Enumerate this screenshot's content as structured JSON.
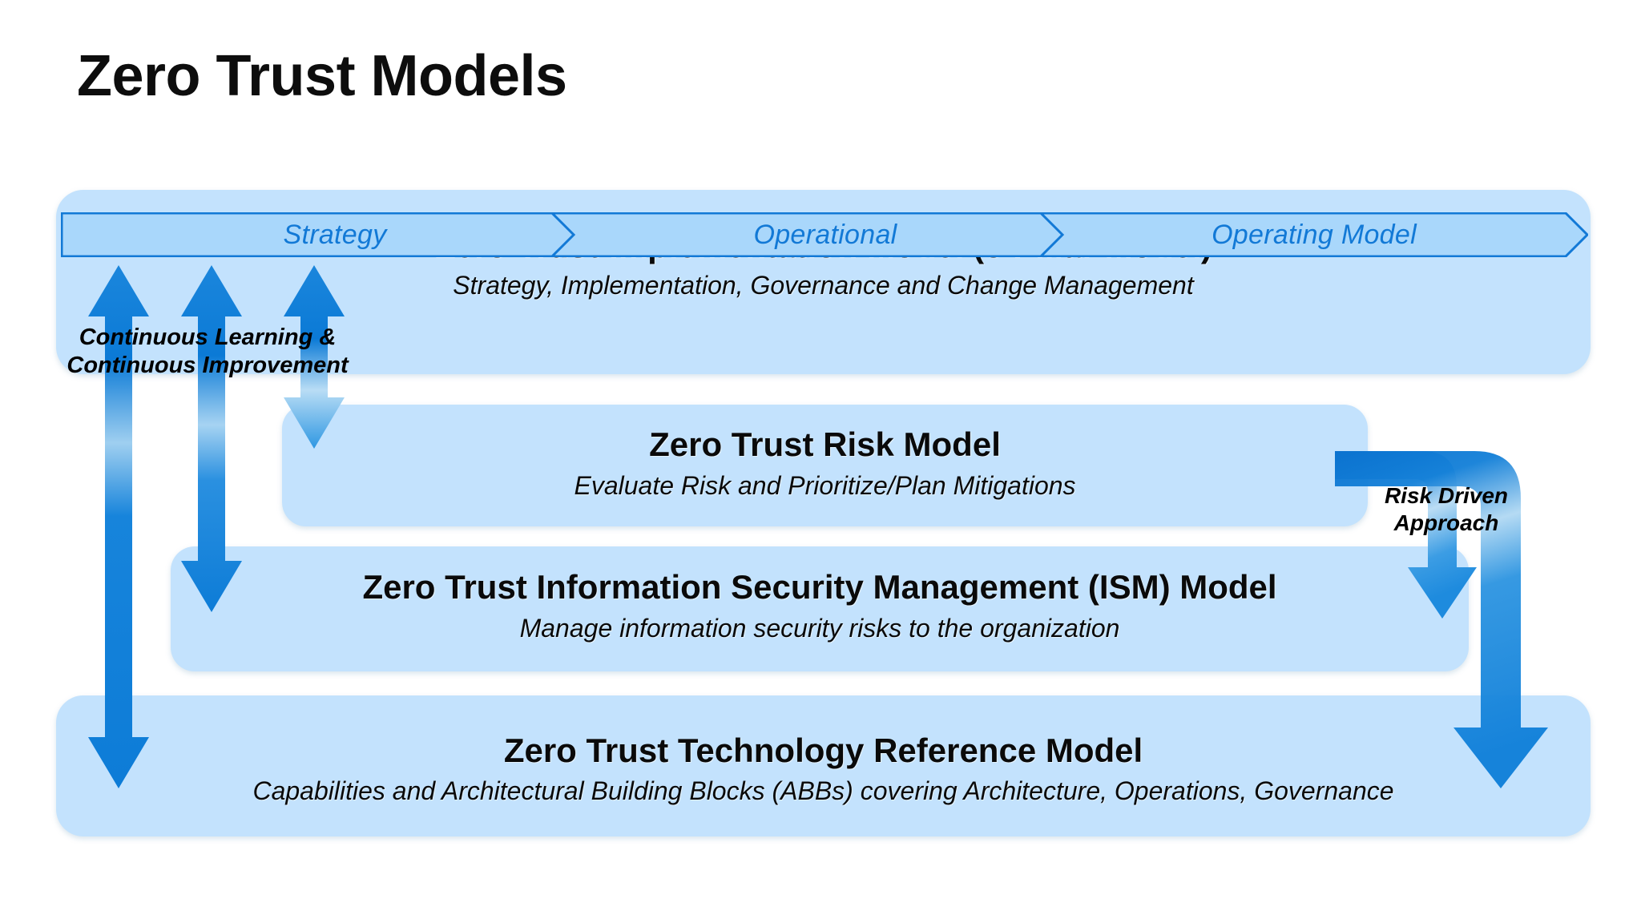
{
  "page": {
    "title": "Zero Trust Models",
    "background": "#FFFFFF"
  },
  "colors": {
    "band_fill": "#C3E2FD",
    "chevron_fill": "#A9D7FB",
    "chevron_stroke": "#1279D6",
    "chevron_text": "#1279D6",
    "arrow_blue": "#0B7AD6",
    "arrow_blue_light": "#3BA0E6",
    "text_dark": "#0A0A0A"
  },
  "phase_bar": {
    "name": "zero-trust-phase-chevrons",
    "items": [
      {
        "label": "Strategy"
      },
      {
        "label": "Operational"
      },
      {
        "label": "Operating Model"
      }
    ]
  },
  "models": [
    {
      "id": "implementation",
      "title": "Zero Trust Implementation Model (3 Pillar Model)",
      "subtitle": "Strategy, Implementation, Governance and Change Management"
    },
    {
      "id": "risk",
      "title": "Zero Trust Risk Model",
      "subtitle": "Evaluate Risk and Prioritize/Plan Mitigations"
    },
    {
      "id": "ism",
      "title": "Zero Trust Information Security Management (ISM) Model",
      "subtitle": "Manage information security risks to the organization"
    },
    {
      "id": "technology",
      "title": "Zero Trust Technology Reference Model",
      "subtitle": "Capabilities and Architectural Building Blocks (ABBs) covering Architecture, Operations, Governance"
    }
  ],
  "annotations": {
    "continuous_learning": {
      "line1": "Continuous Learning &",
      "line2": "Continuous Improvement"
    },
    "risk_driven": {
      "line1": "Risk Driven",
      "line2": "Approach"
    }
  }
}
